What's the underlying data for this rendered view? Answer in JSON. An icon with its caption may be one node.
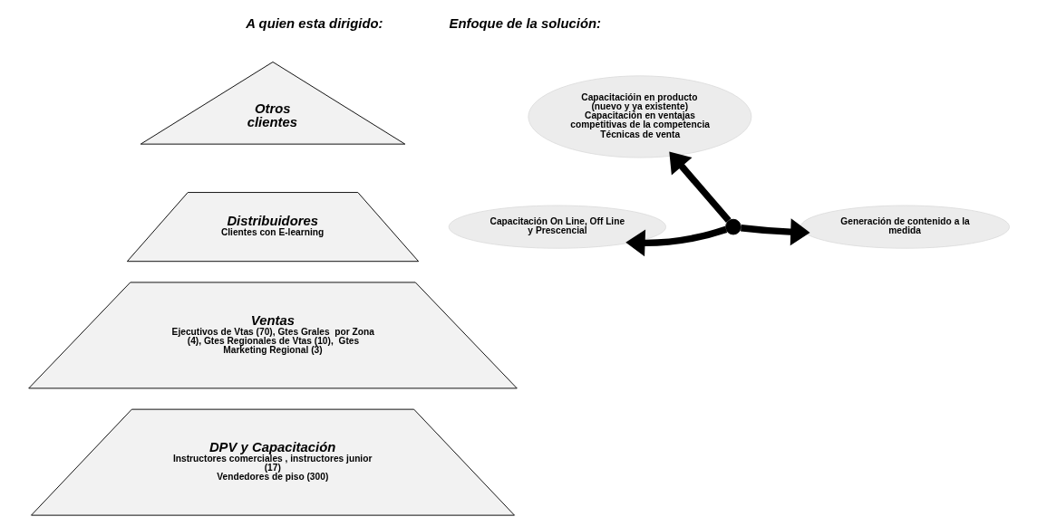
{
  "diagram": {
    "nodes": [
      {
        "text": [
          "Otros clientes"
        ]
      },
      {
        "text": [
          "Distribuidores",
          "Clientes con E-learning"
        ]
      },
      {
        "text": [
          "Ventas",
          "Ejecutivos de Vtas (70), Gtes Grales  por Zona (4), Gtes Regionales de Vtas (10),  Gtes Marketing Regional (3)"
        ]
      },
      {
        "text": [
          "DPV y Capacitación",
          "Instructores comerciales , instructores junior (17)",
          "Vendedores de piso (300)"
        ]
      },
      {
        "text": [
          "Capacitacióin en producto (nuevo y ya existente) Capacitación en ventajas competitivas de la competencia Técnicas de venta"
        ]
      },
      {
        "text": [
          "Capacitación On Line, Off Line y Prescencial"
        ]
      },
      {
        "text": [
          "Generación de contenido a la medida"
        ]
      },
      {
        "text": [],
        "shape": "point"
      }
    ],
    "edges": [
      {
        "from": 7,
        "to": 4,
        "arrow": "to"
      },
      {
        "from": 7,
        "to": 5,
        "arrow": "to"
      },
      {
        "from": 7,
        "to": 6,
        "arrow": "to"
      }
    ],
    "labels": [
      "A quien esta dirigido:",
      "Enfoque de la solución:"
    ]
  }
}
